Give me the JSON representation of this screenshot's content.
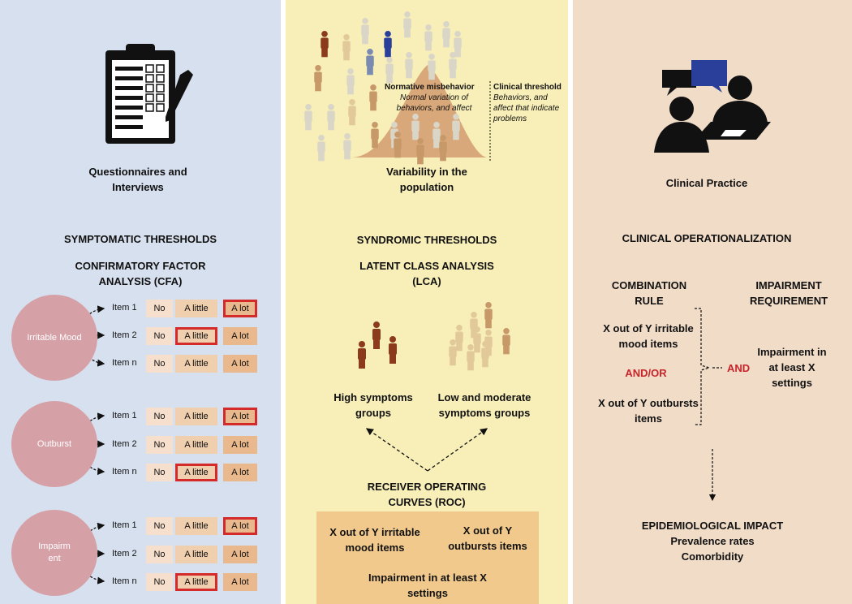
{
  "left": {
    "icon_label": "Questionnaires and Interviews",
    "heading": "SYMPTOMATIC THRESHOLDS",
    "method": "CONFIRMATORY FACTOR ANALYSIS (CFA)",
    "domains": [
      {
        "name": "Irritable Mood",
        "items": [
          {
            "label": "Item 1",
            "options": [
              "No",
              "A little",
              "A lot"
            ],
            "selected": "A lot"
          },
          {
            "label": "Item 2",
            "options": [
              "No",
              "A little",
              "A lot"
            ],
            "selected": "A little"
          },
          {
            "label": "Item n",
            "options": [
              "No",
              "A little",
              "A lot"
            ],
            "selected": ""
          }
        ]
      },
      {
        "name": "Outburst",
        "items": [
          {
            "label": "Item 1",
            "options": [
              "No",
              "A little",
              "A lot"
            ],
            "selected": "A lot"
          },
          {
            "label": "Item 2",
            "options": [
              "No",
              "A little",
              "A lot"
            ],
            "selected": ""
          },
          {
            "label": "Item n",
            "options": [
              "No",
              "A little",
              "A lot"
            ],
            "selected": "A little"
          }
        ]
      },
      {
        "name": "Impairm ent",
        "items": [
          {
            "label": "Item 1",
            "options": [
              "No",
              "A little",
              "A lot"
            ],
            "selected": "A lot"
          },
          {
            "label": "Item 2",
            "options": [
              "No",
              "A little",
              "A lot"
            ],
            "selected": ""
          },
          {
            "label": "Item n",
            "options": [
              "No",
              "A little",
              "A lot"
            ],
            "selected": "A little"
          }
        ]
      }
    ]
  },
  "middle": {
    "normative_title": "Normative misbehavior",
    "normative_desc": "Normal variation of behaviors, and affect",
    "clinical_title": "Clinical threshold",
    "clinical_desc": "Behaviors, and affect that indicate problems",
    "population_label": "Variability in the population",
    "heading": "SYNDROMIC THRESHOLDS",
    "method": "LATENT CLASS ANALYSIS (LCA)",
    "high_group": "High symptoms groups",
    "low_group": "Low and moderate symptoms groups",
    "roc": "RECEIVER OPERATING CURVES (ROC)",
    "box_irritable": "X out of Y irritable mood items",
    "box_outbursts": "X out of Y outbursts items",
    "box_impairment": "Impairment in at least X settings"
  },
  "right": {
    "icon_label": "Clinical Practice",
    "heading": "CLINICAL OPERATIONALIZATION",
    "combination_rule": "COMBINATION RULE",
    "impairment_requirement": "IMPAIRMENT REQUIREMENT",
    "irritable_items": "X out of Y irritable mood items",
    "and_or": "AND/OR",
    "outburst_items": "X out of Y outbursts items",
    "and": "AND",
    "impairment_settings": "Impairment in at least X settings",
    "impact_title": "EPIDEMIOLOGICAL IMPACT",
    "prevalence": "Prevalence rates",
    "comorbidity": "Comorbidity"
  },
  "colors": {
    "left_bg": "#d7e0ee",
    "middle_bg": "#f8eeb8",
    "right_bg": "#f1dcc8",
    "circle": "#d6a0a7",
    "selection": "#d42a2a",
    "emphasis": "#c8242a",
    "curve": "#d9a87a",
    "figure_brown": "#8b3a1c",
    "figure_blue": "#2a3f9a"
  },
  "icons": [
    "clipboard-icon",
    "pen-icon",
    "crowd-figures-icon",
    "speech-bubble-icon",
    "clinician-patient-icon"
  ]
}
